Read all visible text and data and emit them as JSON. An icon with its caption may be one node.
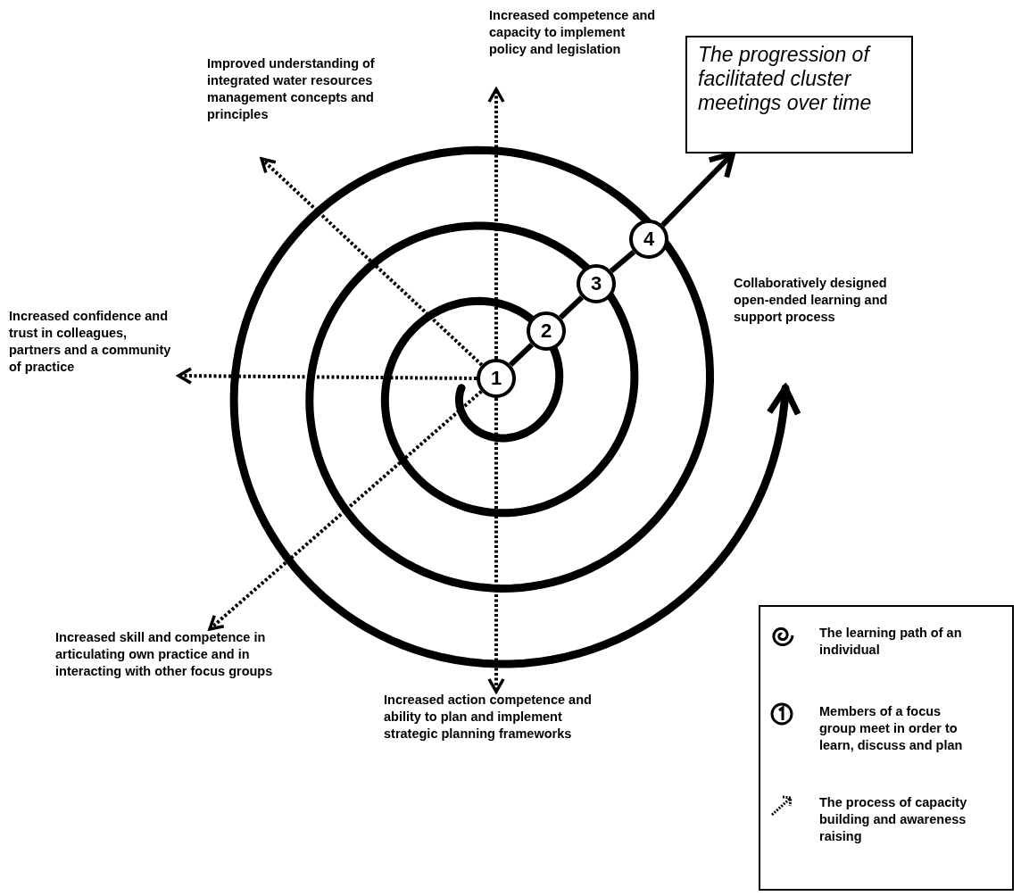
{
  "diagram": {
    "nodes": [
      {
        "text": [
          "1"
        ]
      },
      {
        "text": [
          "2"
        ]
      },
      {
        "text": [
          "3"
        ]
      },
      {
        "text": [
          "4"
        ]
      },
      {
        "text": [
          "The progression of facilitated cluster meetings over time"
        ]
      },
      {
        "text": [
          "Increased competence and capacity to implement policy and legislation"
        ]
      },
      {
        "text": [
          "Improved understanding of integrated water resources management concepts and principles"
        ]
      },
      {
        "text": [
          "Increased confidence and trust in colleagues, partners and a community of practice"
        ]
      },
      {
        "text": [
          "Increased skill and competence in articulating own practice and in interacting with other focus groups"
        ]
      },
      {
        "text": [
          "Increased action competence and ability to plan and implement strategic planning frameworks"
        ]
      }
    ],
    "edges": [
      {
        "from": 0,
        "to": 1,
        "arrow": "none"
      },
      {
        "from": 1,
        "to": 2,
        "arrow": "none"
      },
      {
        "from": 2,
        "to": 3,
        "arrow": "none"
      },
      {
        "from": 3,
        "to": 4,
        "arrow": "to"
      },
      {
        "from": 0,
        "to": 5,
        "arrow": "to",
        "style": "dashed"
      },
      {
        "from": 0,
        "to": 6,
        "arrow": "to",
        "style": "dashed"
      },
      {
        "from": 0,
        "to": 7,
        "arrow": "to",
        "style": "dashed"
      },
      {
        "from": 0,
        "to": 8,
        "arrow": "to",
        "style": "dashed"
      },
      {
        "from": 0,
        "to": 9,
        "arrow": "to",
        "style": "dashed"
      }
    ],
    "labels": [
      "Collaboratively designed open-ended learning and support process"
    ],
    "legend": [
      {
        "text": "The learning path of an individual"
      },
      {
        "text": "Members of a focus group meet in order to learn, discuss and plan"
      },
      {
        "text": "The process of capacity building and awareness raising"
      }
    ]
  }
}
